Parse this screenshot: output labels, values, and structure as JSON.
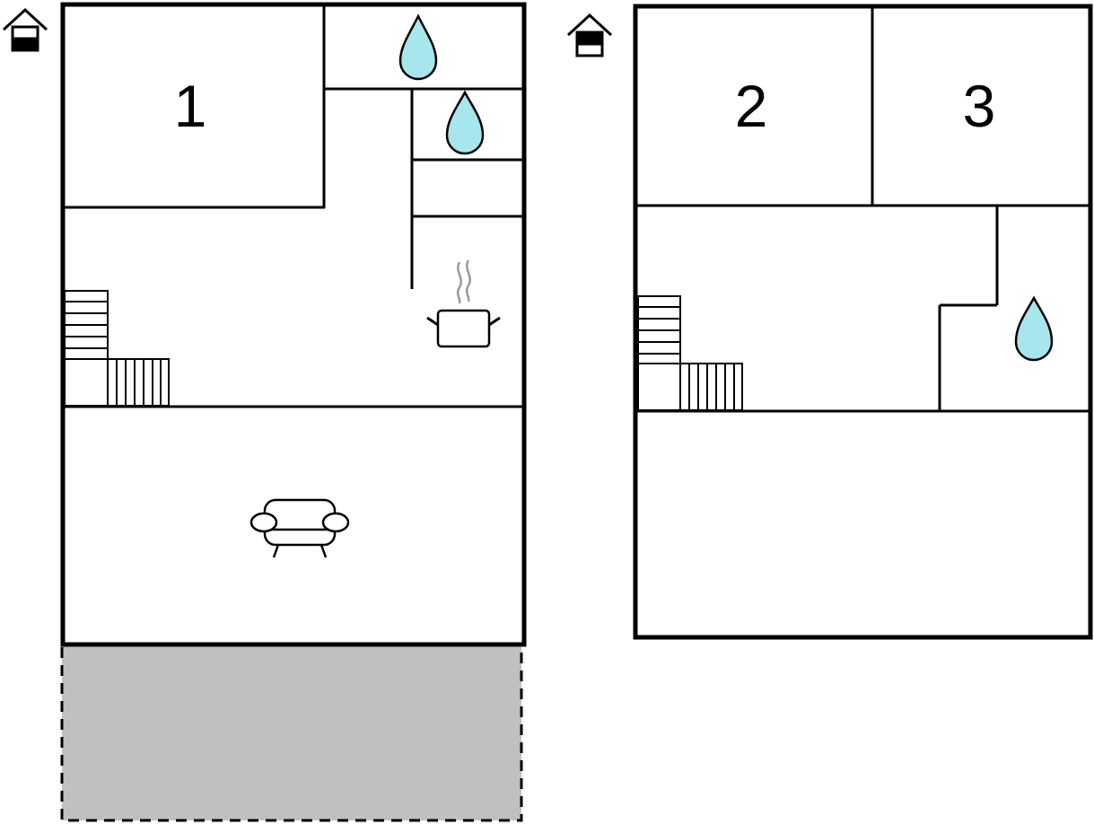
{
  "floors": [
    {
      "level_icon": "house-ground-floor-icon",
      "rooms": [
        {
          "label": "1"
        }
      ],
      "symbols": [
        "water-drop-icon",
        "water-drop-icon",
        "cooking-pot-icon",
        "armchair-icon",
        "stairs-icon"
      ],
      "has_terrace": true
    },
    {
      "level_icon": "house-upper-floor-icon",
      "rooms": [
        {
          "label": "2"
        },
        {
          "label": "3"
        }
      ],
      "symbols": [
        "water-drop-icon",
        "stairs-icon"
      ],
      "has_terrace": false
    }
  ],
  "colors": {
    "wall": "#000000",
    "water": "#a8e6ee",
    "terrace": "#c0c0c0",
    "steam": "#999999",
    "background": "#ffffff"
  }
}
